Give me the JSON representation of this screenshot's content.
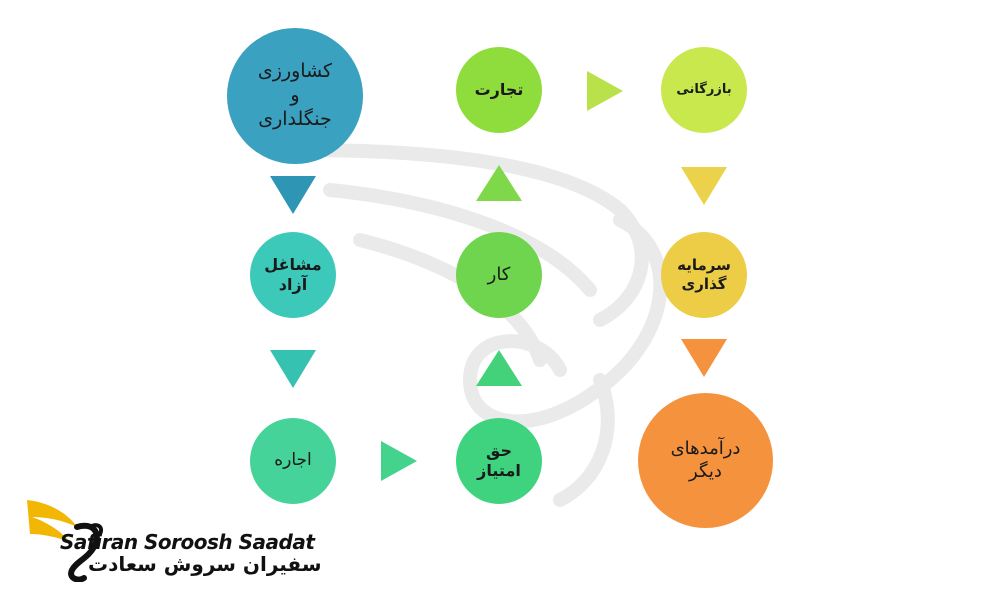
{
  "nodes": {
    "agriculture": "کشاورزی\nو\nجنگلداری",
    "trade": "تجارت",
    "commerce": "بازرگانی",
    "self_employed": "مشاغل\nآزاد",
    "work": "کار",
    "investment": "سرمایه\nگذاری",
    "rent": "اجاره",
    "royalty": "حق\nامتیاز",
    "other_income": "درآمدهای\nدیگر"
  },
  "colors": {
    "agriculture": "#3aa1c1",
    "trade": "#8fdc3d",
    "commerce": "#c8e84e",
    "self_employed": "#3dc9b9",
    "work": "#6fd44e",
    "investment": "#eccd45",
    "rent": "#46d39a",
    "royalty": "#3fd380",
    "other_income": "#f5923e"
  },
  "brand": {
    "name_en": "Safiran Soroosh Saadat",
    "name_fa": "سفیران سروش سعادت"
  }
}
